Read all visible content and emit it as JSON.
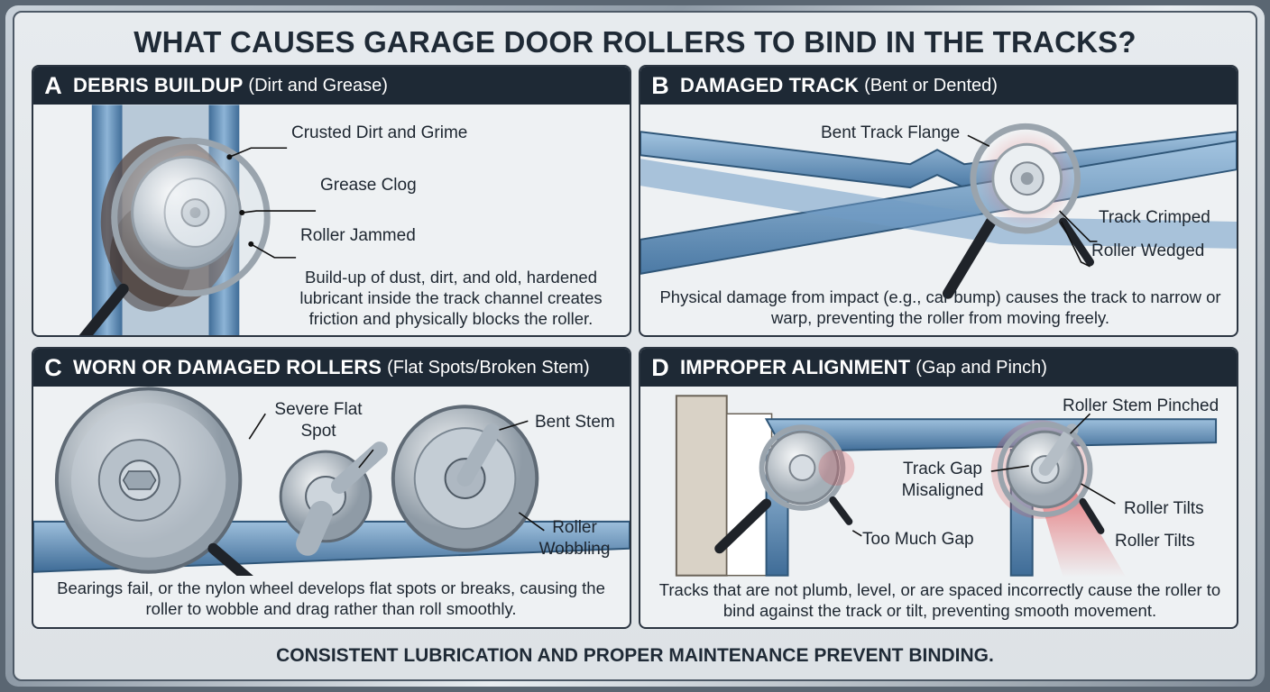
{
  "title": "WHAT CAUSES GARAGE DOOR ROLLERS TO BIND IN THE TRACKS?",
  "panels": {
    "a": {
      "letter": "A",
      "name": "DEBRIS BUILDUP",
      "subtitle": "(Dirt and Grease)",
      "labels": [
        "Crusted Dirt and Grime",
        "Grease Clog",
        "Roller Jammed"
      ],
      "description": "Build-up of dust, dirt, and old, hardened lubricant inside the track channel creates friction and physically blocks the roller."
    },
    "b": {
      "letter": "B",
      "name": "DAMAGED TRACK",
      "subtitle": "(Bent or Dented)",
      "labels": [
        "Bent Track Flange",
        "Track Crimped",
        "Roller Wedged"
      ],
      "description": "Physical damage from impact (e.g., car bump) causes the track to narrow or warp, preventing the roller from moving freely."
    },
    "c": {
      "letter": "C",
      "name": "WORN OR DAMAGED ROLLERS",
      "subtitle": "(Flat Spots/Broken Stem)",
      "labels": [
        "Severe Flat Spot",
        "Bent Stem",
        "Roller Wobbling"
      ],
      "description": "Bearings fail, or the nylon wheel develops flat spots or breaks, causing the roller to wobble and drag rather than roll smoothly."
    },
    "d": {
      "letter": "D",
      "name": "IMPROPER ALIGNMENT",
      "subtitle": "(Gap and Pinch)",
      "labels": [
        "Roller Stem Pinched",
        "Track Gap Misaligned",
        "Too Much Gap",
        "Roller Tilts",
        "Roller Tilts"
      ],
      "description": "Tracks that are not plumb, level, or are spaced incorrectly cause the roller to bind against the track or tilt, preventing smooth movement."
    }
  },
  "footer": "CONSISTENT LUBRICATION AND PROPER MAINTENANCE PREVENT BINDING.",
  "colors": {
    "header_bg": "#1e2935",
    "track_blue": "#5f8fba",
    "highlight_red": "#e0474c"
  }
}
